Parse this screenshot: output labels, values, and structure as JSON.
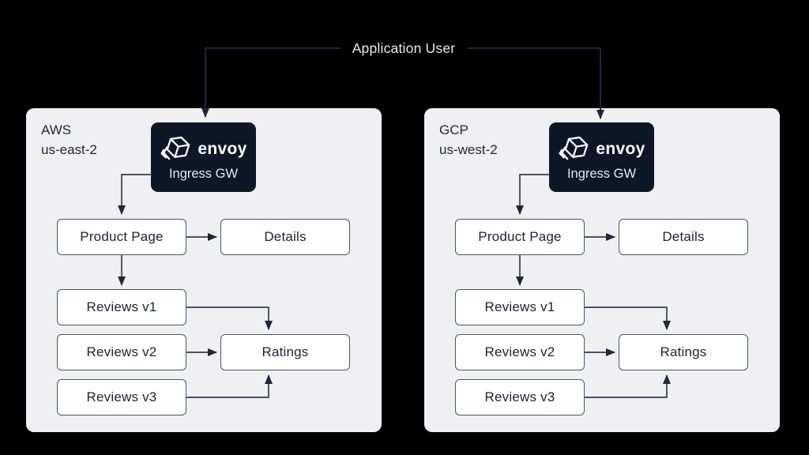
{
  "title": {
    "label": "Application User"
  },
  "regions": [
    {
      "provider": "AWS",
      "zone": "us-east-2"
    },
    {
      "provider": "GCP",
      "zone": "us-west-2"
    }
  ],
  "gateway": {
    "brand": "envoy",
    "role": "Ingress GW"
  },
  "services": {
    "product_page": "Product Page",
    "details": "Details",
    "reviews_v1": "Reviews v1",
    "reviews_v2": "Reviews v2",
    "reviews_v3": "Reviews v3",
    "ratings": "Ratings"
  },
  "connections": [
    "Application User -> AWS Ingress GW",
    "Application User -> GCP Ingress GW",
    "Ingress GW -> Product Page",
    "Product Page -> Details",
    "Product Page -> Reviews v1",
    "Reviews v1 -> Ratings",
    "Reviews v2 -> Ratings",
    "Reviews v3 -> Ratings"
  ],
  "colors": {
    "background": "#000000",
    "panel": "#f0f0f2",
    "node_fill": "#ffffff",
    "node_border": "#4c5565",
    "node_text": "#1b2331",
    "gateway_fill": "#0e1726",
    "gateway_text": "#e9ebee",
    "connector": "#343d4f",
    "arrowhead": "#1f2838",
    "top_connector": "#1a2645",
    "title_text": "#e9eaec"
  }
}
